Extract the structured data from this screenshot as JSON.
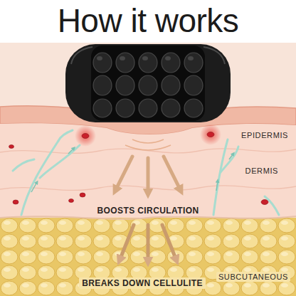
{
  "diagram": {
    "title": "How it works",
    "labels": [
      "EPIDERMIS",
      "DERMIS",
      "BOOSTS CIRCULATION",
      "SUBCUTANEOUS",
      "BREAKS DOWN CELLULITE"
    ]
  }
}
